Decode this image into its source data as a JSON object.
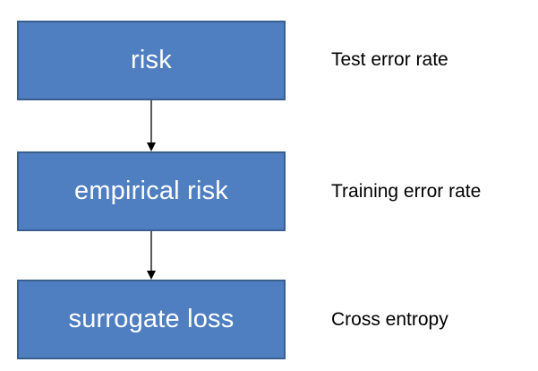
{
  "nodes": [
    {
      "label": "risk",
      "description": "Test error rate"
    },
    {
      "label": "empirical risk",
      "description": "Training error rate"
    },
    {
      "label": "surrogate loss",
      "description": "Cross entropy"
    }
  ],
  "colors": {
    "box_fill": "#4f7fc1",
    "box_border": "#3a5f8f",
    "box_text": "#ffffff",
    "arrow": "#000000"
  }
}
